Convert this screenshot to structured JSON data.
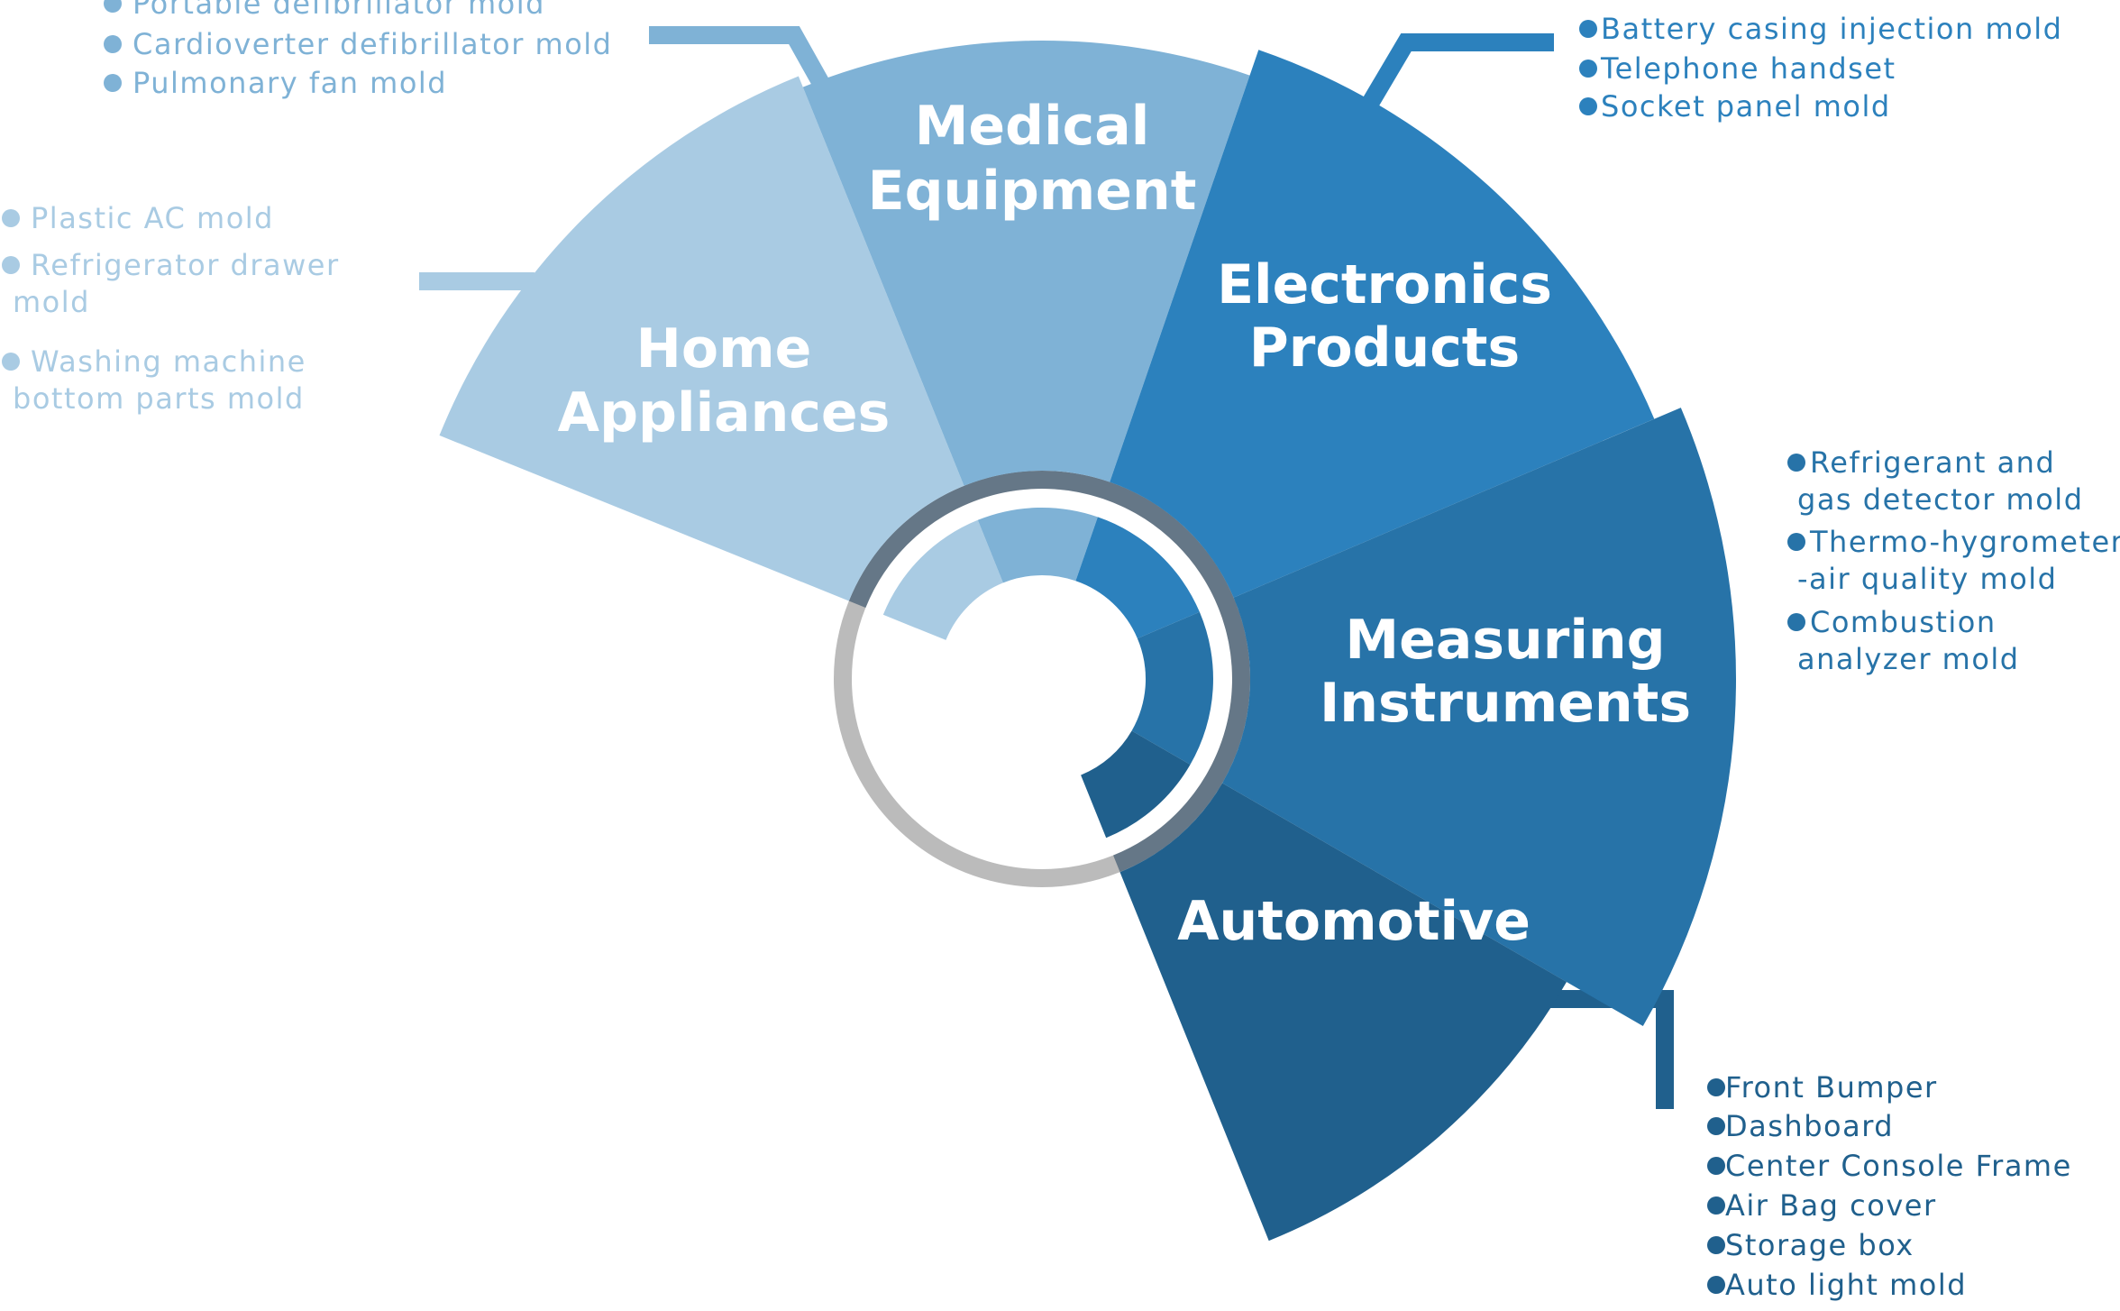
{
  "colors": {
    "home": "#a9cbe3",
    "medical": "#7fb2d6",
    "electronics": "#2c81bd",
    "measuring": "#2773a8",
    "automotive": "#20608d",
    "ring_gray": "#bbbbbb"
  },
  "segments": [
    {
      "key": "home",
      "label_lines": [
        "Home",
        "Appliances"
      ],
      "items": [
        {
          "lines": [
            "Plastic AC mold"
          ]
        },
        {
          "lines": [
            "Refrigerator drawer",
            "mold"
          ]
        },
        {
          "lines": [
            "Washing machine",
            "bottom parts mold"
          ]
        }
      ]
    },
    {
      "key": "medical",
      "label_lines": [
        "Medical",
        "Equipment"
      ],
      "items": [
        {
          "lines": [
            "Portable defibrillator mold"
          ]
        },
        {
          "lines": [
            "Cardioverter defibrillator mold"
          ]
        },
        {
          "lines": [
            "Pulmonary fan mold"
          ]
        }
      ]
    },
    {
      "key": "electronics",
      "label_lines": [
        "Electronics",
        "Products"
      ],
      "items": [
        {
          "lines": [
            "Battery casing injection mold"
          ]
        },
        {
          "lines": [
            "Telephone handset"
          ]
        },
        {
          "lines": [
            "Socket panel mold"
          ]
        }
      ]
    },
    {
      "key": "measuring",
      "label_lines": [
        "Measuring",
        "Instruments"
      ],
      "items": [
        {
          "lines": [
            "Refrigerant and",
            "gas detector mold"
          ]
        },
        {
          "lines": [
            "Thermo-hygrometer",
            "-air quality mold"
          ]
        },
        {
          "lines": [
            "Combustion",
            "analyzer mold"
          ]
        }
      ]
    },
    {
      "key": "automotive",
      "label_lines": [
        "Automotive"
      ],
      "items": [
        {
          "lines": [
            "Front Bumper"
          ]
        },
        {
          "lines": [
            "Dashboard"
          ]
        },
        {
          "lines": [
            "Center Console Frame"
          ]
        },
        {
          "lines": [
            "Air Bag cover"
          ]
        },
        {
          "lines": [
            "Storage box"
          ]
        },
        {
          "lines": [
            "Auto light mold"
          ]
        }
      ]
    }
  ]
}
